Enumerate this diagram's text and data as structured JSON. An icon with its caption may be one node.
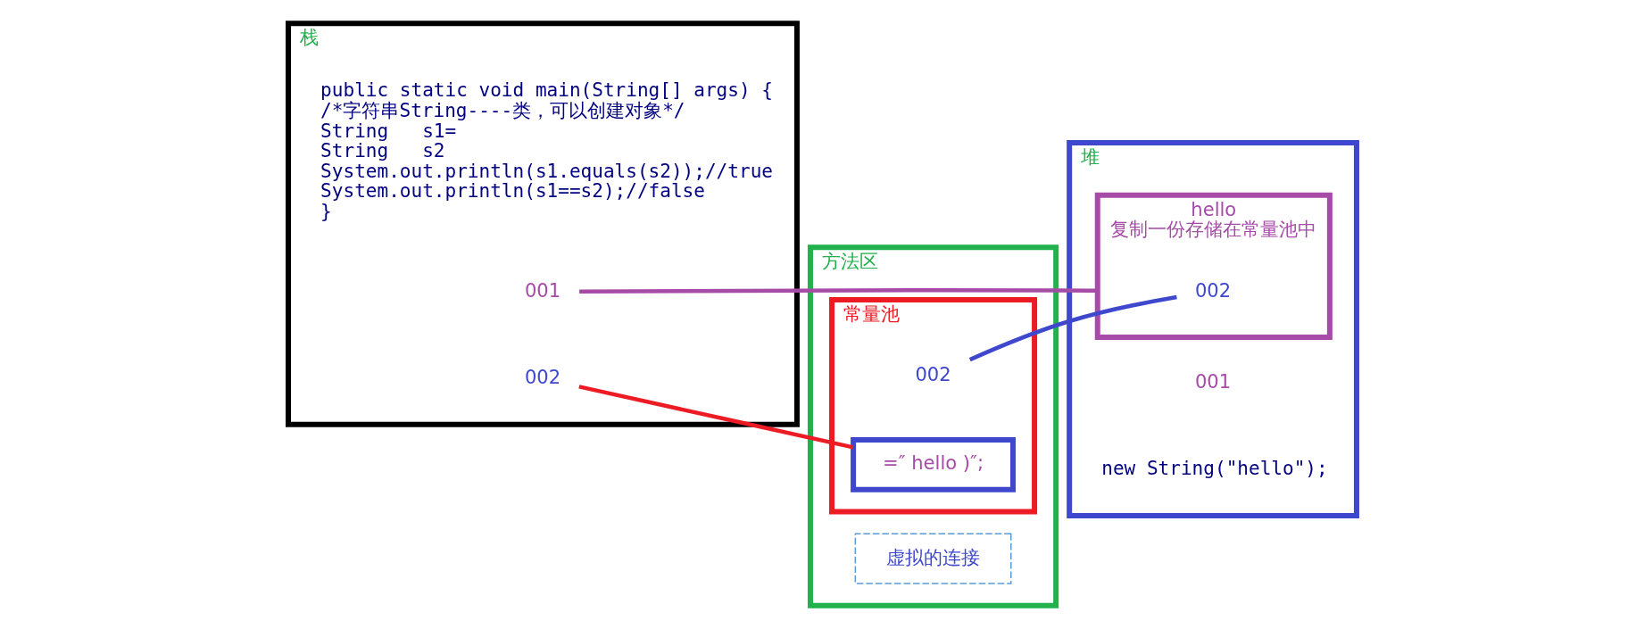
{
  "diagram": {
    "nodes": [
      {
        "text": [
          "栈"
        ]
      },
      {
        "text": [
          "public static void main(String[] args) {",
          "/*字符串String----类，可以创建对象*/",
          "String   s1=",
          "String   s2",
          "System.out.println(s1.equals(s2));//true",
          "System.out.println(s1==s2);//false",
          "}"
        ],
        "in": 0
      },
      {
        "text": [
          "001"
        ],
        "in": 0
      },
      {
        "text": [
          "002"
        ],
        "in": 0
      },
      {
        "text": [
          "堆"
        ]
      },
      {
        "text": [
          "001"
        ],
        "in": 4
      },
      {
        "text": [
          "new String(\"hello\");"
        ],
        "in": 4
      },
      {
        "text": [
          "hello",
          "复制一份存储在常量池中"
        ],
        "in": 4
      },
      {
        "text": [
          "002"
        ],
        "in": 7
      },
      {
        "text": [
          "方法区"
        ]
      },
      {
        "text": [
          "常量池"
        ],
        "in": 9
      },
      {
        "text": [
          "002"
        ],
        "in": 10
      },
      {
        "text": [
          "=″ hello )″;"
        ],
        "in": 10
      },
      {
        "text": [
          "虚拟的连接"
        ],
        "in": 9
      }
    ],
    "edges": [
      {
        "from": 2,
        "to": 7,
        "arrow": "none",
        "color": "#a64ca6"
      },
      {
        "from": 11,
        "to": 8,
        "arrow": "none",
        "color": "#3f48cc"
      },
      {
        "from": 3,
        "to": 12,
        "arrow": "none",
        "color": "#ed1c24"
      }
    ]
  }
}
